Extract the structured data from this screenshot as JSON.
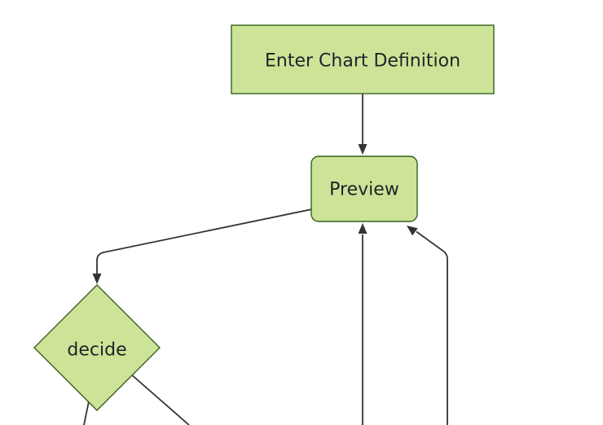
{
  "diagram": {
    "kind": "flowchart",
    "orientation": "top-down",
    "background_color": "#ffffff",
    "node_fill_color": "#cde498",
    "node_border_color": "#35611c",
    "edge_color": "#333333",
    "label_color": "#1f2328",
    "nodes": [
      {
        "id": "enter-chart-definition",
        "shape": "rectangle",
        "label": "Enter Chart Definition"
      },
      {
        "id": "preview",
        "shape": "rounded-rectangle",
        "label": "Preview"
      },
      {
        "id": "decide",
        "shape": "diamond",
        "label": "decide"
      }
    ],
    "edges": [
      {
        "from": "enter-chart-definition",
        "to": "preview",
        "style": "arrow"
      },
      {
        "from": "preview",
        "to": "decide",
        "style": "arrow"
      },
      {
        "from": "offscreen-bottom",
        "to": "preview",
        "style": "arrow"
      },
      {
        "from": "offscreen-bottom-right",
        "to": "preview",
        "style": "arrow"
      },
      {
        "from": "decide",
        "to": "offscreen-bottom-left",
        "style": "line"
      },
      {
        "from": "decide",
        "to": "offscreen-bottom-right",
        "style": "line"
      }
    ]
  }
}
